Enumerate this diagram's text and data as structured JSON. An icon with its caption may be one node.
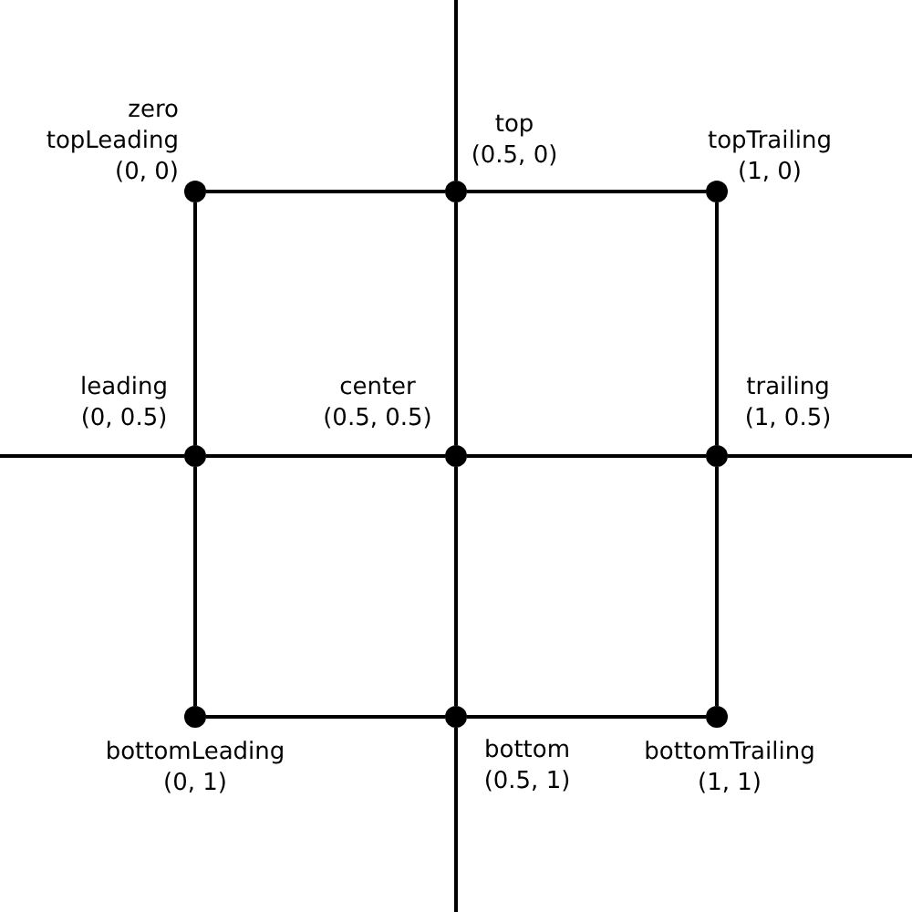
{
  "diagram": {
    "nodes": [
      {
        "text": [],
        "shape": "circle",
        "beside": [
          "zero",
          "topLeading",
          "(0, 0)"
        ]
      },
      {
        "text": [],
        "shape": "circle",
        "beside": [
          "top",
          "(0.5, 0)"
        ]
      },
      {
        "text": [],
        "shape": "circle",
        "beside": [
          "topTrailing",
          "(1, 0)"
        ]
      },
      {
        "text": [],
        "shape": "circle",
        "beside": [
          "leading",
          "(0, 0.5)"
        ]
      },
      {
        "text": [],
        "shape": "circle",
        "beside": [
          "center",
          "(0.5, 0.5)"
        ]
      },
      {
        "text": [],
        "shape": "circle",
        "beside": [
          "trailing",
          "(1, 0.5)"
        ]
      },
      {
        "text": [],
        "shape": "circle",
        "beside": [
          "bottomLeading",
          "(0, 1)"
        ]
      },
      {
        "text": [],
        "shape": "circle",
        "beside": [
          "bottom",
          "(0.5, 1)"
        ]
      },
      {
        "text": [],
        "shape": "circle",
        "beside": [
          "bottomTrailing",
          "(1, 1)"
        ]
      }
    ],
    "edges": [
      {
        "from": 0,
        "to": 1,
        "arrow": "none"
      },
      {
        "from": 1,
        "to": 2,
        "arrow": "none"
      },
      {
        "from": 3,
        "to": 4,
        "arrow": "none"
      },
      {
        "from": 4,
        "to": 5,
        "arrow": "none"
      },
      {
        "from": 6,
        "to": 7,
        "arrow": "none"
      },
      {
        "from": 7,
        "to": 8,
        "arrow": "none"
      },
      {
        "from": 0,
        "to": 3,
        "arrow": "none"
      },
      {
        "from": 3,
        "to": 6,
        "arrow": "none"
      },
      {
        "from": 1,
        "to": 4,
        "arrow": "none"
      },
      {
        "from": 4,
        "to": 7,
        "arrow": "none"
      },
      {
        "from": 2,
        "to": 5,
        "arrow": "none"
      },
      {
        "from": 5,
        "to": 8,
        "arrow": "none"
      },
      {
        "from": null,
        "to": 1,
        "arrow": "none"
      },
      {
        "from": 7,
        "to": null,
        "arrow": "none"
      },
      {
        "from": null,
        "to": 3,
        "arrow": "none"
      },
      {
        "from": 5,
        "to": null,
        "arrow": "none"
      }
    ]
  }
}
